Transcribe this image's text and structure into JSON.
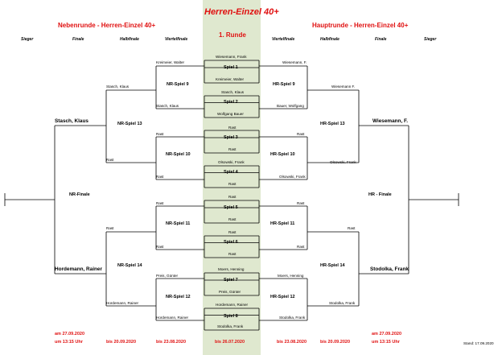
{
  "title": "Herren-Einzel 40+",
  "left_title": "Nebenrunde - Herren-Einzel 40+",
  "right_title": "Hauptrunde - Herren-Einzel 40+",
  "center_round": "1. Runde",
  "left_cols": [
    "Sieger",
    "Finale",
    "Halbfinale",
    "Viertelfinale"
  ],
  "right_cols": [
    "Viertelfinale",
    "Halbfinale",
    "Finale",
    "Sieger"
  ],
  "round1": [
    {
      "game": "Spiel 1",
      "top": "Wiesemann, Frank",
      "bottom": "Kreimeier, Walter"
    },
    {
      "game": "Spiel 2",
      "top": "Stasch, Klaus",
      "bottom": "Wolfgang Bauer"
    },
    {
      "game": "Spiel 3",
      "top": "Rast",
      "bottom": "Rast"
    },
    {
      "game": "Spiel 4",
      "top": "Olsowski, Frank",
      "bottom": "Rast"
    },
    {
      "game": "Spiel 5",
      "top": "Rast",
      "bottom": "Rast"
    },
    {
      "game": "Spiel 6",
      "top": "Rast",
      "bottom": "Rast"
    },
    {
      "game": "Spiel 7",
      "top": "Moers, Henning",
      "bottom": "Preis, Günter"
    },
    {
      "game": "Spiel 8",
      "top": "Hordemann, Rainer",
      "bottom": "Stodolka, Frank"
    }
  ],
  "left_qf": [
    {
      "label": "NR-Spiel 9",
      "top": "Kreimeier, Walter",
      "bottom": "Stasch, Klaus"
    },
    {
      "label": "NR-Spiel 10",
      "top": "Rast",
      "bottom": "Rast"
    },
    {
      "label": "NR-Spiel 11",
      "top": "Rast",
      "bottom": "Rast"
    },
    {
      "label": "NR-Spiel 12",
      "top": "Preis, Günter",
      "bottom": "Hordemann, Rainer"
    }
  ],
  "right_qf": [
    {
      "label": "HR-Spiel 9",
      "top": "Wiesemann, F.",
      "bottom": "Bauer, Wolfgang"
    },
    {
      "label": "HR-Spiel 10",
      "top": "Rast",
      "bottom": "Olsowski, Frank"
    },
    {
      "label": "HR-Spiel 11",
      "top": "Rast",
      "bottom": "Rast"
    },
    {
      "label": "HR-Spiel 12",
      "top": "Moers, Henning",
      "bottom": "Stodolka, Frank"
    }
  ],
  "left_sf": [
    {
      "label": "NR-Spiel 13",
      "top": "Stasch, Klaus",
      "bottom": "Rast"
    },
    {
      "label": "NR-Spiel 14",
      "top": "Rast",
      "bottom": "Hordemann, Rainer"
    }
  ],
  "right_sf": [
    {
      "label": "HR-Spiel 13",
      "top": "Wiesemann F.",
      "bottom": "Olsowski, Frank"
    },
    {
      "label": "HR-Spiel 14",
      "top": "Rast",
      "bottom": "Stodolka, Frank"
    }
  ],
  "left_final": {
    "label": "NR-Finale",
    "top": "Stasch, Klaus",
    "bottom": "Hordemann, Rainer"
  },
  "right_final": {
    "label": "HR - Finale",
    "top": "Wiesemann, F.",
    "bottom": "Stodolka, Frank"
  },
  "dates": {
    "left_winner_1": "am 27.09.2020",
    "left_winner_2": "um 13:15 Uhr",
    "left_final": "bis 20.09.2020",
    "left_sf": "bis 23.08.2020",
    "center": "bis 26.07.2020",
    "right_sf": "bis 23.08.2020",
    "right_final": "bis 20.09.2020",
    "right_winner_1": "am 27.09.2020",
    "right_winner_2": "um 13:15 Uhr"
  },
  "stand": "Stand: 17.09.2020"
}
